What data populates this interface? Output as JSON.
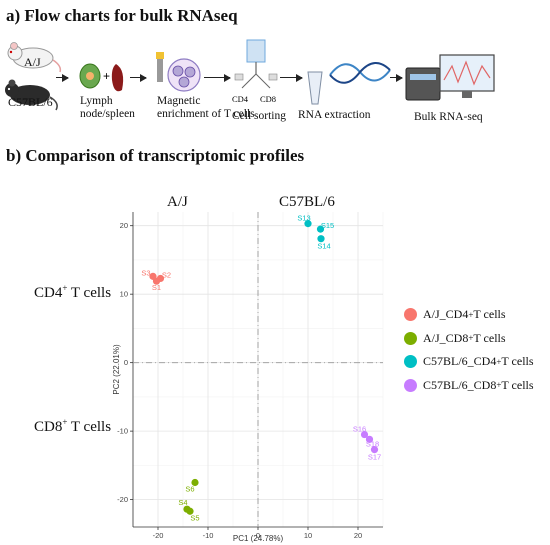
{
  "panel_a": {
    "title": "a) Flow charts for bulk RNAseq",
    "strains": [
      "A/J",
      "C57BL/6"
    ],
    "steps": [
      {
        "label_lines": [
          "Lymph",
          "node/spleen"
        ]
      },
      {
        "label_lines": [
          "Magnetic",
          "enrichment of T cells"
        ]
      },
      {
        "label_lines": [
          "Cell sorting"
        ]
      },
      {
        "label_lines": [
          "RNA extraction"
        ]
      },
      {
        "label_lines": [
          "Bulk RNA-seq"
        ]
      }
    ],
    "sort_markers": [
      "CD4",
      "CD8"
    ]
  },
  "panel_b": {
    "title": "b) Comparison of transcriptomic profiles",
    "col_labels": [
      "A/J",
      "C57BL/6"
    ],
    "row_labels": [
      {
        "base": "CD4",
        "sup": "+",
        "rest": " T cells"
      },
      {
        "base": "CD8",
        "sup": "+",
        "rest": " T cells"
      }
    ],
    "legend": [
      {
        "base": "A/J_CD4",
        "sup": "+",
        "rest": " T cells",
        "color": "#F8766D"
      },
      {
        "base": "A/J_CD8",
        "sup": "+",
        "rest": " T cells",
        "color": "#7CAE00"
      },
      {
        "base": "C57BL/6_CD4",
        "sup": "+",
        "rest": " T cells",
        "color": "#00BFC4"
      },
      {
        "base": "C57BL/6_CD8",
        "sup": "+",
        "rest": " T cells",
        "color": "#C77CFF"
      }
    ]
  },
  "chart_data": {
    "type": "scatter",
    "title": "",
    "xlabel": "PC1 (24.78%)",
    "ylabel": "PC2 (22.01%)",
    "xlim": [
      -25,
      25
    ],
    "ylim": [
      -24,
      22
    ],
    "xticks": [
      -20,
      -10,
      0,
      10,
      20
    ],
    "yticks": [
      -20,
      -10,
      0,
      10,
      20
    ],
    "grid": true,
    "reference_lines": {
      "x": 0,
      "y": 0,
      "style": "dashed"
    },
    "series": [
      {
        "name": "A/J_CD4+ T cells",
        "color": "#F8766D",
        "points": [
          {
            "label": "S1",
            "x": -20.3,
            "y": 11.9
          },
          {
            "label": "S2",
            "x": -19.5,
            "y": 12.3
          },
          {
            "label": "S3",
            "x": -21.0,
            "y": 12.6
          }
        ]
      },
      {
        "name": "A/J_CD8+ T cells",
        "color": "#7CAE00",
        "points": [
          {
            "label": "S4",
            "x": -14.2,
            "y": -21.4
          },
          {
            "label": "S5",
            "x": -13.6,
            "y": -21.7
          },
          {
            "label": "S6",
            "x": -12.6,
            "y": -17.5
          }
        ]
      },
      {
        "name": "C57BL/6_CD4+ T cells",
        "color": "#00BFC4",
        "points": [
          {
            "label": "S13",
            "x": 10.0,
            "y": 20.3
          },
          {
            "label": "S14",
            "x": 12.6,
            "y": 18.1
          },
          {
            "label": "S15",
            "x": 12.5,
            "y": 19.5
          }
        ]
      },
      {
        "name": "C57BL/6_CD8+ T cells",
        "color": "#C77CFF",
        "points": [
          {
            "label": "S16",
            "x": 21.3,
            "y": -10.5
          },
          {
            "label": "S17",
            "x": 23.3,
            "y": -12.7
          },
          {
            "label": "S18",
            "x": 22.3,
            "y": -11.2
          }
        ]
      }
    ]
  }
}
